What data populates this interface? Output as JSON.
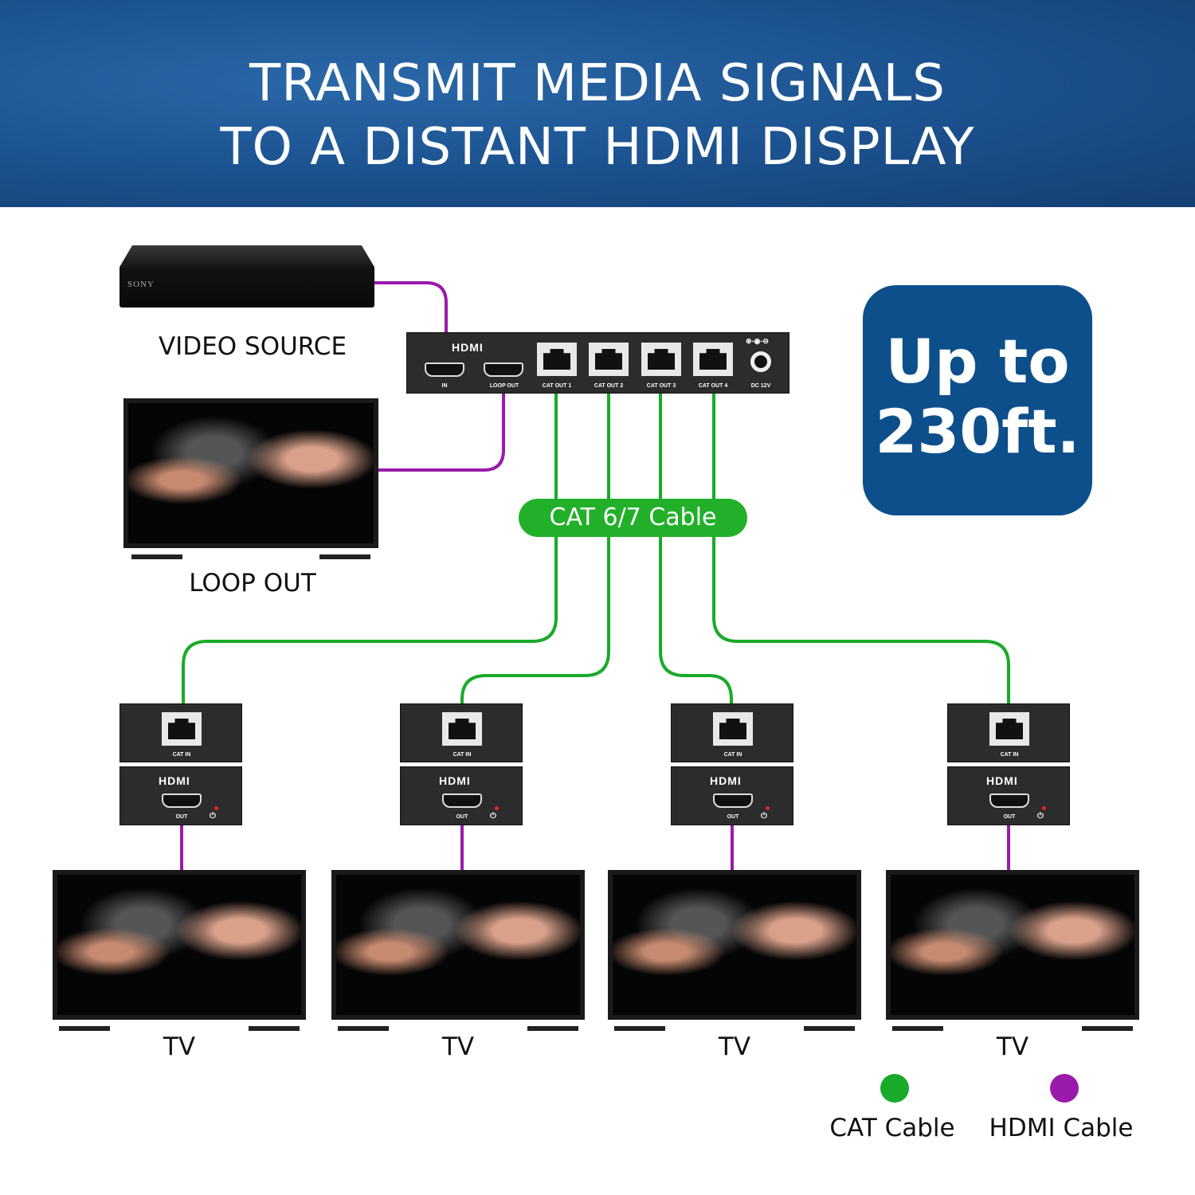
{
  "header": {
    "line1": "TRANSMIT MEDIA SIGNALS",
    "line2": "TO A DISTANT HDMI DISPLAY"
  },
  "source": {
    "brand": "SONY",
    "label": "VIDEO SOURCE"
  },
  "splitter": {
    "hdmi_logo": "HDMI",
    "ports": [
      "IN",
      "LOOP OUT",
      "CAT OUT 1",
      "CAT OUT 2",
      "CAT OUT 3",
      "CAT OUT 4",
      "DC 12V"
    ],
    "power_symbol": "⊕-◉-⊖"
  },
  "loop": {
    "label": "LOOP OUT"
  },
  "badge": {
    "line1": "Up to",
    "line2": "230ft."
  },
  "cable_label": "CAT 6/7 Cable",
  "receivers": [
    {
      "cat_in": "CAT IN",
      "hdmi_logo": "HDMI",
      "out": "OUT",
      "tv": "TV"
    },
    {
      "cat_in": "CAT IN",
      "hdmi_logo": "HDMI",
      "out": "OUT",
      "tv": "TV"
    },
    {
      "cat_in": "CAT IN",
      "hdmi_logo": "HDMI",
      "out": "OUT",
      "tv": "TV"
    },
    {
      "cat_in": "CAT IN",
      "hdmi_logo": "HDMI",
      "out": "OUT",
      "tv": "TV"
    }
  ],
  "legend": [
    {
      "label": "CAT Cable",
      "color": "#1aaa2a"
    },
    {
      "label": "HDMI Cable",
      "color": "#9a1aab"
    }
  ]
}
